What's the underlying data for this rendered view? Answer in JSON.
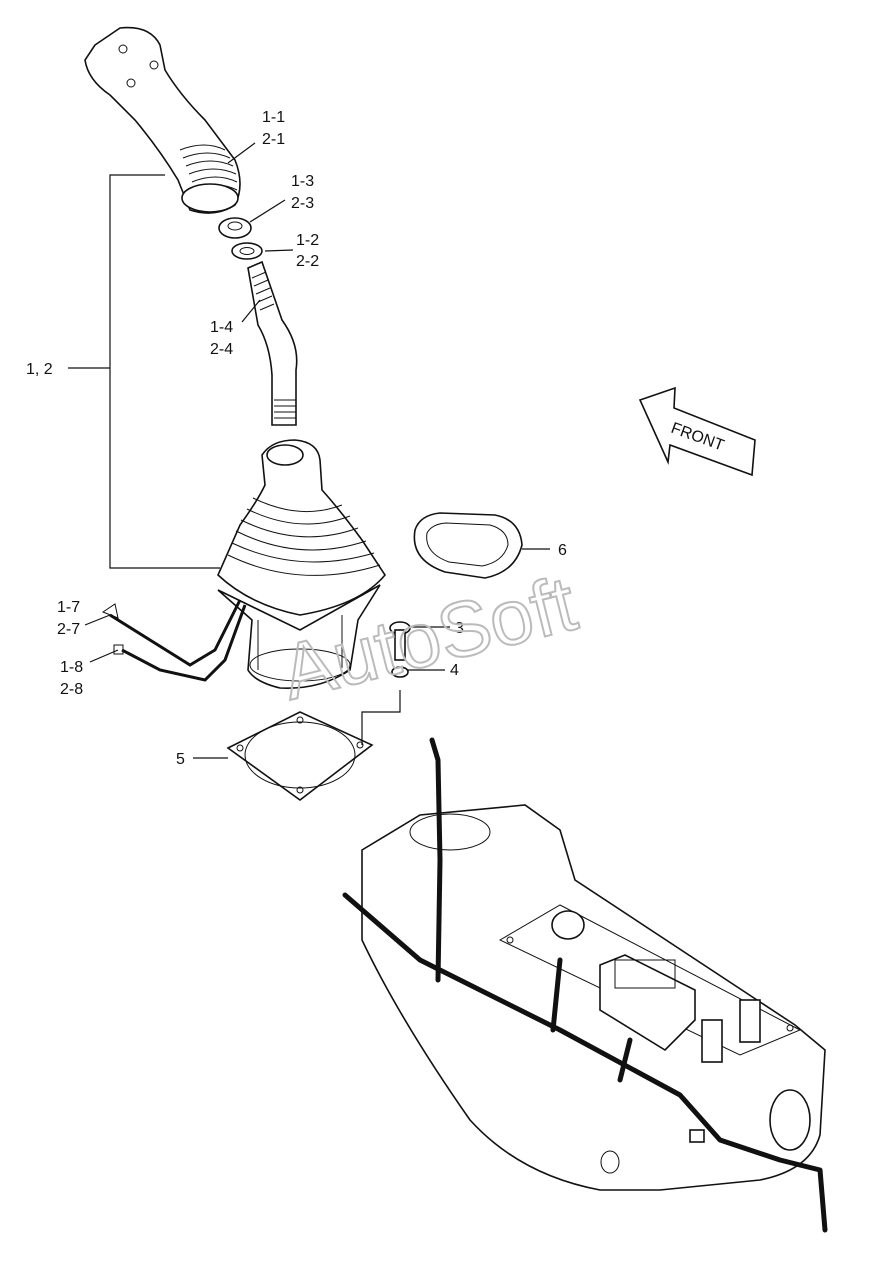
{
  "callouts": {
    "c1_1": "1-1",
    "c2_1": "2-1",
    "c1_3": "1-3",
    "c2_3": "2-3",
    "c1_2": "1-2",
    "c2_2": "2-2",
    "c1_4": "1-4",
    "c2_4": "2-4",
    "c12": "1, 2",
    "c6": "6",
    "c1_7": "1-7",
    "c2_7": "2-7",
    "c3": "3",
    "c1_8": "1-8",
    "c2_8": "2-8",
    "c4": "4",
    "c5": "5"
  },
  "front_arrow": {
    "label": "FRONT"
  },
  "watermark": "AutoSoft"
}
